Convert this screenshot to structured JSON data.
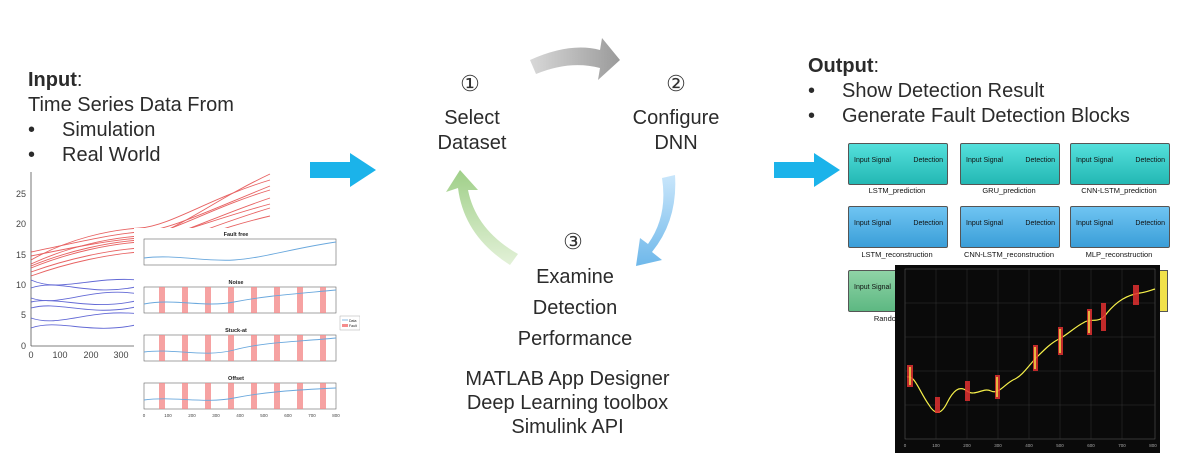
{
  "input": {
    "title": "Input",
    "colon": ":",
    "line1": "Time Series Data From",
    "bullet_symbol": "•",
    "items": [
      "Simulation",
      "Real World"
    ]
  },
  "steps": [
    {
      "number": "①",
      "lines": [
        "Select",
        "Dataset"
      ]
    },
    {
      "number": "②",
      "lines": [
        "Configure",
        "DNN"
      ]
    },
    {
      "number": "③",
      "lines": [
        "Examine",
        "Detection",
        "Performance"
      ]
    }
  ],
  "tools": [
    "MATLAB App Designer",
    "Deep Learning toolbox",
    "Simulink API"
  ],
  "output": {
    "title": "Output",
    "colon": ":",
    "bullet_symbol": "•",
    "items": [
      "Show Detection Result",
      "Generate Fault Detection Blocks"
    ]
  },
  "blocks": {
    "port_in": "Input Signal",
    "port_out": "Detection",
    "rows": [
      {
        "color": "teal",
        "labels": [
          "LSTM_prediction",
          "GRU_prediction",
          "CNN-LSTM_prediction"
        ]
      },
      {
        "color": "blue",
        "labels": [
          "LSTM_reconstruction",
          "CNN-LSTM_reconstruction",
          "MLP_reconstruction"
        ]
      },
      {
        "color": "green",
        "labels": [
          "Random"
        ]
      }
    ]
  },
  "input_plot": {
    "y_ticks": [
      "0",
      "5",
      "10",
      "15",
      "20",
      "25"
    ],
    "x_ticks": [
      "0",
      "100",
      "200",
      "300"
    ]
  },
  "subplots": {
    "titles": [
      "Fault free",
      "Noise",
      "Stuck-at",
      "Offset"
    ],
    "x_ticks": [
      "0",
      "100",
      "200",
      "300",
      "400",
      "500",
      "600",
      "700",
      "800"
    ],
    "legend": [
      "Data",
      "Fault"
    ]
  },
  "result_plot": {
    "x_ticks": [
      "0",
      "100",
      "200",
      "300",
      "400",
      "500",
      "600",
      "700",
      "800"
    ]
  },
  "colors": {
    "arrow_blue": "#1bb3ea",
    "red_series": "#e23b3b",
    "blue_series": "#2f38c8",
    "fault_band": "#f58c8c",
    "dark_plot": "#0a0a0a",
    "trace_yellow": "#f6f04a"
  }
}
